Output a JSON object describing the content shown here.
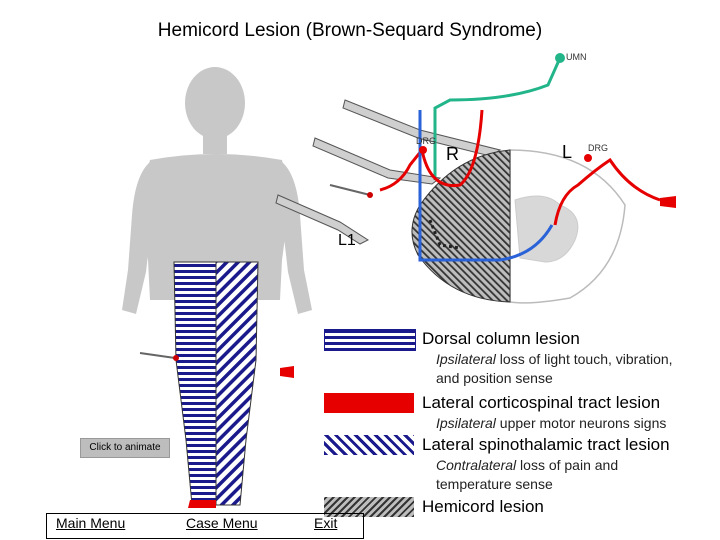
{
  "title": "Hemicord Lesion (Brown-Sequard Syndrome)",
  "diagram": {
    "umn_label": "UMN",
    "drg_label_right": "DRG",
    "drg_label_left": "DRG",
    "side_right": "R",
    "side_left": "L",
    "level_label": "L1"
  },
  "animate_button": "Click to animate",
  "legend": [
    {
      "heading": "Dorsal column lesion",
      "desc_em": "Ipsilateral",
      "desc_rest": " loss of light touch, vibration, and position sense"
    },
    {
      "heading": "Lateral corticospinal tract lesion",
      "desc_em": "Ipsilateral",
      "desc_rest": " upper motor neurons signs"
    },
    {
      "heading": "Lateral spinothalamic tract lesion",
      "desc_em": "Contralateral",
      "desc_rest": " loss of pain and temperature sense"
    },
    {
      "heading": "Hemicord lesion",
      "desc_em": "",
      "desc_rest": ""
    }
  ],
  "nav": {
    "main_menu": "Main Menu",
    "case_menu": "Case Menu",
    "exit": "Exit"
  },
  "colors": {
    "dorsal_column": "#1a1a8c",
    "corticospinal": "#e60000",
    "spinothalamic": "#1a1a8c",
    "umn_tract": "#22b58a",
    "body": "#c8c8c8"
  }
}
